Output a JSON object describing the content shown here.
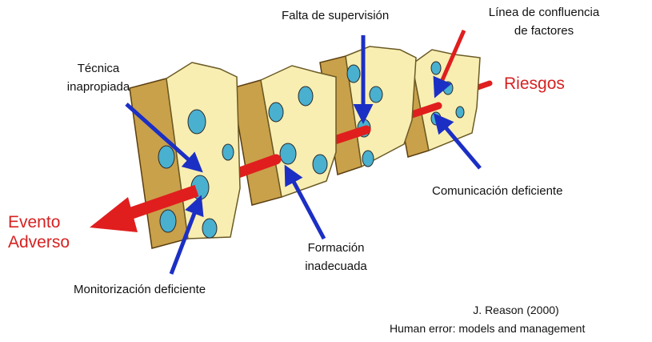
{
  "labels": {
    "falta_supervision": "Falta de supervisión",
    "linea_confluencia_1": "Línea de confluencia",
    "linea_confluencia_2": "de factores",
    "tecnica_1": "Técnica",
    "tecnica_2": "inapropiada",
    "riesgos": "Riesgos",
    "comunicacion": "Comunicación deficiente",
    "evento_1": "Evento",
    "evento_2": "Adverso",
    "formacion_1": "Formación",
    "formacion_2": "inadecuada",
    "monitorizacion": "Monitorización deficiente"
  },
  "citation": {
    "line1": "J. Reason (2000)",
    "line2": "Human error: models and management"
  },
  "colors": {
    "cheese_face": "#f8eeb2",
    "cheese_side": "#c9a14a",
    "hole": "#4ab0cf",
    "arrow_red": "#e01e1e",
    "pointer_blue": "#1c2fc4",
    "label_red": "#d62222"
  }
}
